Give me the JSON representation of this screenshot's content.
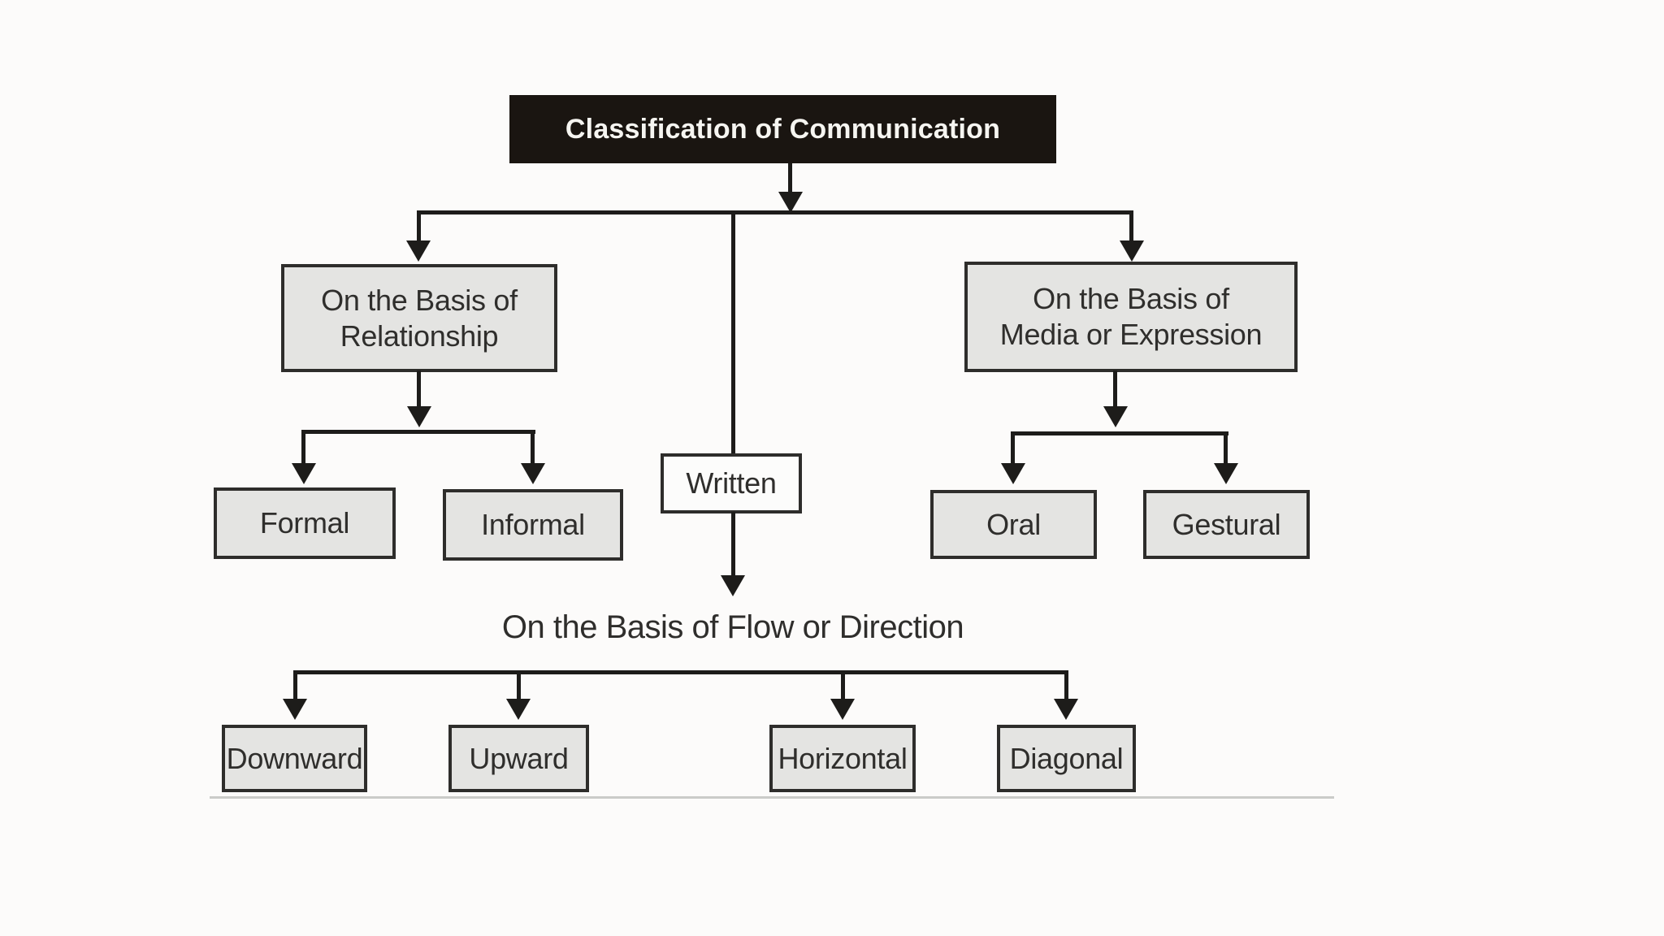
{
  "diagram": {
    "title": "Classification of Communication",
    "nodes": {
      "title": {
        "label": "Classification of Communication"
      },
      "relationship": {
        "line1": "On the Basis of",
        "line2": "Relationship"
      },
      "media": {
        "line1": "On the Basis of",
        "line2": "Media or Expression"
      },
      "written": {
        "label": "Written"
      },
      "flow_heading": {
        "label": "On the Basis of Flow or Direction"
      },
      "formal": {
        "label": "Formal"
      },
      "informal": {
        "label": "Informal"
      },
      "oral": {
        "label": "Oral"
      },
      "gestural": {
        "label": "Gestural"
      },
      "downward": {
        "label": "Downward"
      },
      "upward": {
        "label": "Upward"
      },
      "horizontal": {
        "label": "Horizontal"
      },
      "diagonal": {
        "label": "Diagonal"
      }
    },
    "edges": [
      {
        "from": "Classification of Communication",
        "to": "On the Basis of Relationship"
      },
      {
        "from": "Classification of Communication",
        "to": "On the Basis of Media or Expression"
      },
      {
        "from": "Classification of Communication",
        "to": "Written"
      },
      {
        "from": "On the Basis of Relationship",
        "to": "Formal"
      },
      {
        "from": "On the Basis of Relationship",
        "to": "Informal"
      },
      {
        "from": "On the Basis of Media or Expression",
        "to": "Oral"
      },
      {
        "from": "On the Basis of Media or Expression",
        "to": "Gestural"
      },
      {
        "from": "Written",
        "to": "On the Basis of Flow or Direction"
      },
      {
        "from": "On the Basis of Flow or Direction",
        "to": "Downward"
      },
      {
        "from": "On the Basis of Flow or Direction",
        "to": "Upward"
      },
      {
        "from": "On the Basis of Flow or Direction",
        "to": "Horizontal"
      },
      {
        "from": "On the Basis of Flow or Direction",
        "to": "Diagonal"
      }
    ],
    "colors": {
      "background": "#fcfbfa",
      "title_bg": "#1a1511",
      "title_text": "#f6f5f1",
      "node_bg": "#e4e4e2",
      "node_border": "#2e2d2b",
      "written_bg": "#fcfcfb",
      "line": "#1d1c1a",
      "text": "#2f2e2c",
      "divider": "#cbcbc9"
    }
  }
}
